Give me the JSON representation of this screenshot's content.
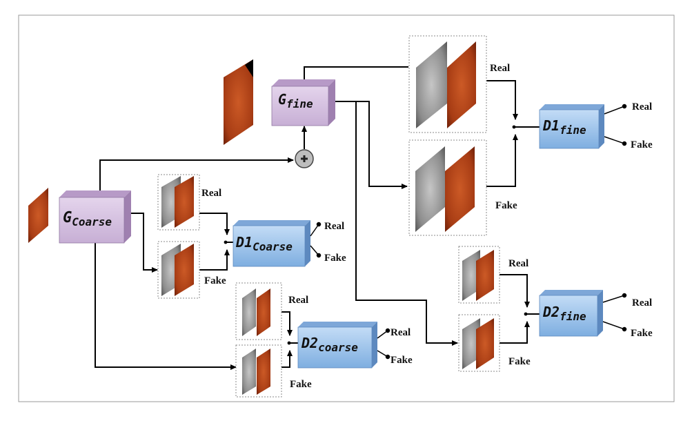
{
  "generators": {
    "coarse": {
      "main": "G",
      "sub": "Coarse"
    },
    "fine": {
      "main": "G",
      "sub": "fine"
    }
  },
  "discriminators": {
    "d1_coarse": {
      "main": "D1",
      "sub": "Coarse"
    },
    "d2_coarse": {
      "main": "D2",
      "sub": "coarse"
    },
    "d1_fine": {
      "main": "D1",
      "sub": "fine"
    },
    "d2_fine": {
      "main": "D2",
      "sub": "fine"
    }
  },
  "labels": {
    "real": "Real",
    "fake": "Fake"
  },
  "colors": {
    "generator_top": "#c9b3d4",
    "generator_front": "#d8c4e2",
    "generator_side": "#a98bb8",
    "discriminator_top": "#8fb6e2",
    "discriminator_front": "#a9c8ee",
    "discriminator_side": "#6a94c8",
    "fundus": "#b4441c",
    "angiogram": "#9a9a9a"
  }
}
